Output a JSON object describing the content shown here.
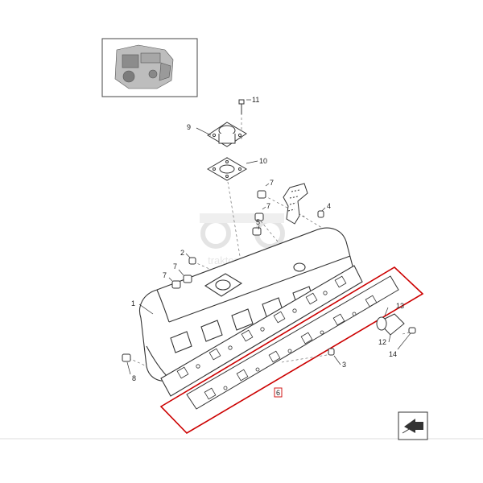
{
  "diagram": {
    "callouts": {
      "c1": "1",
      "c2": "2",
      "c3": "3",
      "c4": "4",
      "c5": "5",
      "c6": "6",
      "c7a": "7",
      "c7b": "7",
      "c7c": "7",
      "c7d": "7",
      "c8": "8",
      "c9": "9",
      "c10": "10",
      "c11": "11",
      "c12": "12",
      "c13": "13",
      "c14": "14"
    },
    "watermark": "traktor-parts.pl",
    "highlight_color": "#cc0000",
    "line_color": "#333333",
    "nav_icon": "next-page-arrow-icon"
  }
}
